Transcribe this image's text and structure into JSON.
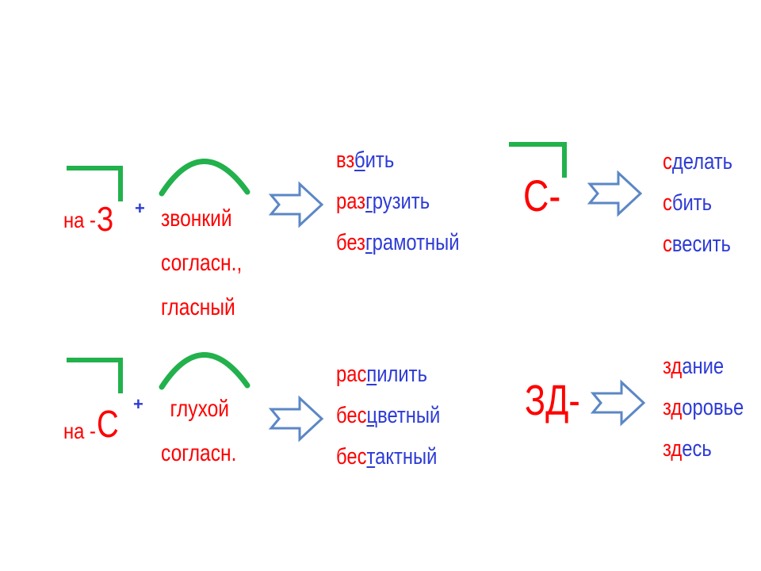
{
  "colors": {
    "red": "#ff0000",
    "blue": "#2d3bd6",
    "green": "#22b14c",
    "arrow_outline": "#5b87c5"
  },
  "rule1": {
    "prefix_label": "на -",
    "letter": "З",
    "plus": "+",
    "condition_lines": [
      "звонкий",
      "согласн.,",
      "гласный"
    ],
    "examples": [
      {
        "prefix": "вз",
        "mark": "б",
        "rest": "ить"
      },
      {
        "prefix": "раз",
        "mark": "г",
        "rest": "рузить"
      },
      {
        "prefix": "без",
        "mark": "г",
        "rest": "рамотный"
      }
    ]
  },
  "rule2": {
    "prefix_label": "на -",
    "letter": "С",
    "plus": "+",
    "condition_lines": [
      "глухой",
      "согласн."
    ],
    "examples": [
      {
        "prefix": "рас",
        "mark": "п",
        "rest": "илить"
      },
      {
        "prefix": "бес",
        "mark": "ц",
        "rest": "ветный"
      },
      {
        "prefix": "бес",
        "mark": "т",
        "rest": "актный"
      }
    ]
  },
  "rule3": {
    "prefix_label": "С-",
    "examples": [
      {
        "prefix": "с",
        "rest": "делать"
      },
      {
        "prefix": "с",
        "rest": "бить"
      },
      {
        "prefix": "с",
        "rest": "весить"
      }
    ]
  },
  "rule4": {
    "prefix_label": "ЗД-",
    "examples": [
      {
        "prefix": "зд",
        "rest": "ание"
      },
      {
        "prefix": "зд",
        "rest": "оровье"
      },
      {
        "prefix": "зд",
        "rest": "есь"
      }
    ]
  }
}
